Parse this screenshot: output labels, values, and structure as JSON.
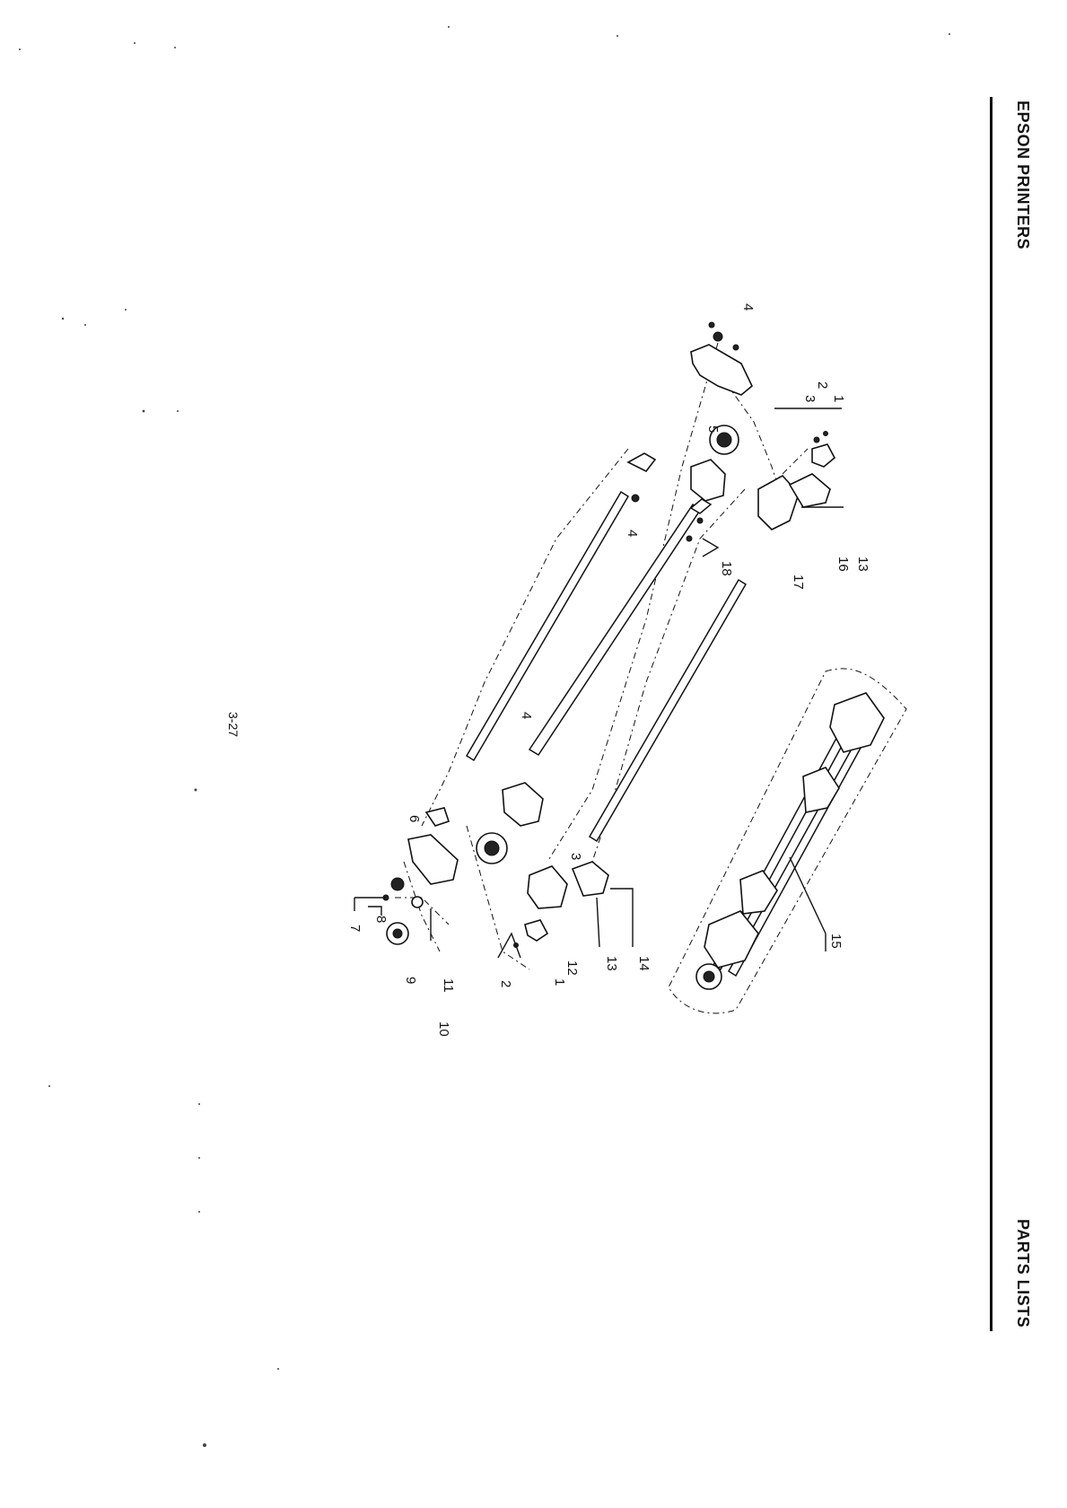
{
  "header": {
    "left_title": "EPSON PRINTERS",
    "right_title": "PARTS LISTS"
  },
  "page_number": "3-27",
  "diagram": {
    "callouts": {
      "c1a": "1",
      "c2a": "2",
      "c3a": "3",
      "c4a": "4",
      "c4b": "4",
      "c4c": "4",
      "c5": "5",
      "c13a": "13",
      "c16": "16",
      "c17": "17",
      "c18": "18",
      "c15": "15",
      "c6": "6",
      "c7": "7",
      "c8": "8",
      "c9": "9",
      "c10": "10",
      "c11": "11",
      "c2b": "2",
      "c1b": "1",
      "c12": "12",
      "c13b": "13",
      "c14": "14",
      "c3b": "3"
    }
  }
}
